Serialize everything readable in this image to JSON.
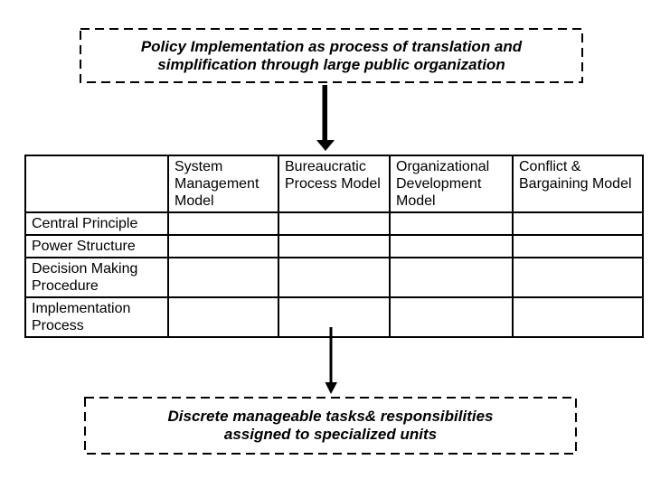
{
  "colors": {
    "background": "#ffffff",
    "line": "#000000",
    "text": "#000000"
  },
  "icons": {
    "top_arrow": "down-arrow",
    "bottom_arrow": "down-arrow"
  },
  "top_box": {
    "line1": "Policy Implementation as process of translation and",
    "line2": "simplification through large public organization"
  },
  "bottom_box": {
    "line1": "Discrete manageable tasks& responsibilities",
    "line2": "assigned to specialized units"
  },
  "table": {
    "columns": [
      "",
      "System Management Model",
      "Bureaucratic Process Model",
      "Organizational Development Model",
      "Conflict & Bargaining Model"
    ],
    "rows": [
      {
        "label": "Central Principle",
        "cells": [
          "",
          "",
          "",
          ""
        ]
      },
      {
        "label": "Power Structure",
        "cells": [
          "",
          "",
          "",
          ""
        ]
      },
      {
        "label": "Decision Making Procedure",
        "cells": [
          "",
          "",
          "",
          ""
        ]
      },
      {
        "label": "Implementation Process",
        "cells": [
          "",
          "",
          "",
          ""
        ]
      }
    ]
  }
}
